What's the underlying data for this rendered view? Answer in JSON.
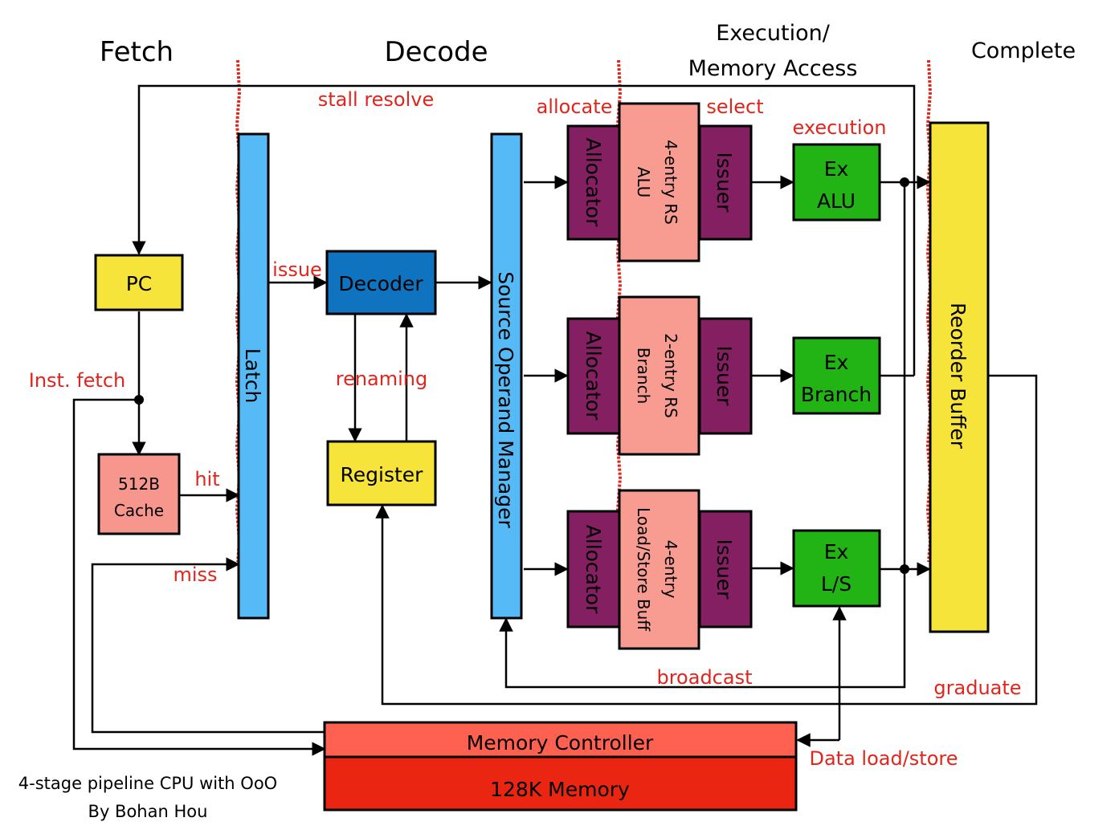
{
  "stages": {
    "fetch": "Fetch",
    "decode": "Decode",
    "execution_line1": "Execution/",
    "execution_line2": "Memory Access",
    "complete": "Complete"
  },
  "blocks": {
    "pc": "PC",
    "cache_line1": "512B",
    "cache_line2": "Cache",
    "latch": "Latch",
    "decoder": "Decoder",
    "register": "Register",
    "source_operand_manager": "Source  Operand  Manager",
    "allocator": "Allocator",
    "issuer": "Issuer",
    "rs_alu_line1": "4-entry RS",
    "rs_alu_line2": "ALU",
    "rs_branch_line1": "2-entry RS",
    "rs_branch_line2": "Branch",
    "lsb_line1": "4-entry",
    "lsb_line2": "Load/Store Buff",
    "ex": "Ex",
    "ex_alu": "ALU",
    "ex_branch": "Branch",
    "ex_ls": "L/S",
    "reorder_buffer": "Reorder  Buffer",
    "memory_controller": "Memory Controller",
    "memory": "128K Memory"
  },
  "labels": {
    "stall_resolve": "stall  resolve",
    "allocate": "allocate",
    "select": "select",
    "execution": "execution",
    "issue": "issue",
    "renaming": "renaming",
    "inst_fetch": "Inst. fetch",
    "hit": "hit",
    "miss": "miss",
    "broadcast": "broadcast",
    "graduate": "graduate",
    "data_load_store": "Data load/store"
  },
  "credits": {
    "line1": "4-stage pipeline CPU with OoO",
    "line2": "By Bohan Hou"
  },
  "colors": {
    "pc_yellow": "#f7e43a",
    "cache_pink": "#f6968d",
    "latch_blue": "#56baf7",
    "decoder_blue": "#0f73bf",
    "allocator_purple": "#841f62",
    "rs_salmon": "#f89c92",
    "ex_green": "#22b314",
    "rob_yellow": "#f7e43a",
    "mem_ctrl": "#ff6150",
    "memory": "#ea2613",
    "annotation_red": "#e0261c"
  }
}
